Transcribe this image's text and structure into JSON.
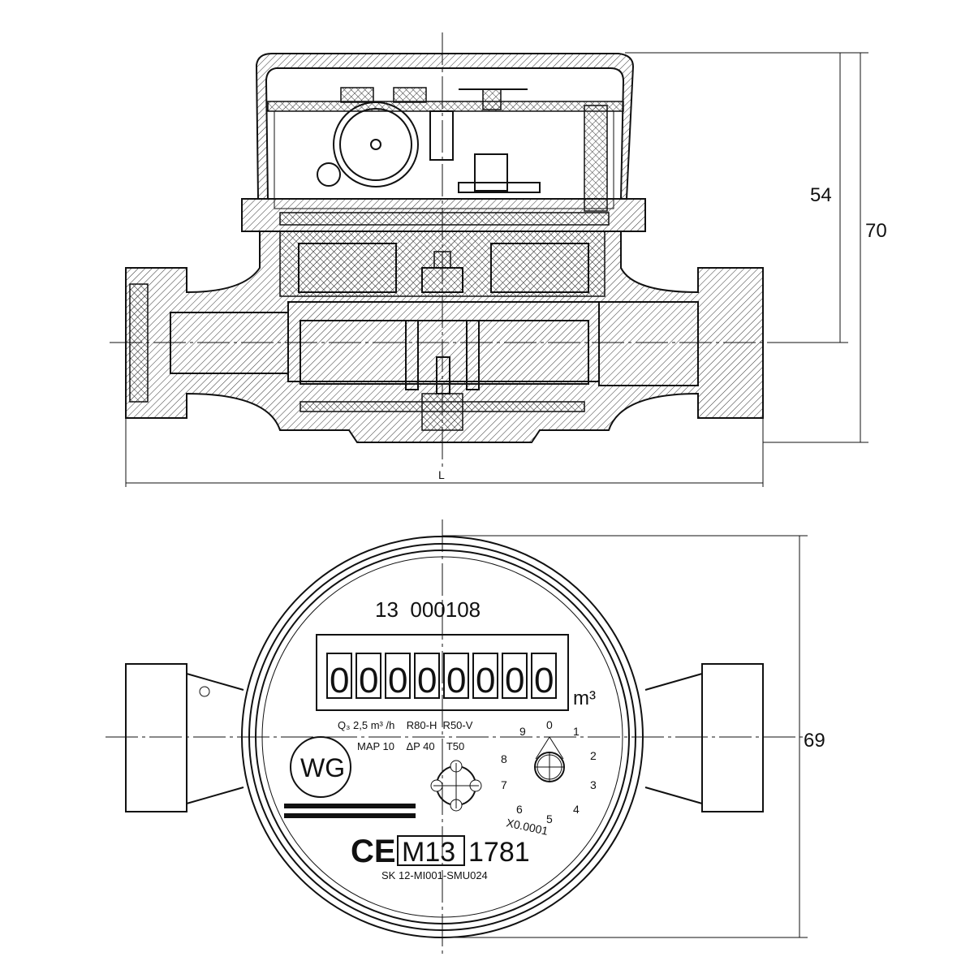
{
  "section_view": {
    "dimensions": {
      "height_to_axis": "54",
      "total_height": "70",
      "length": "L"
    }
  },
  "front_view": {
    "dimension_height": "69",
    "serial_number": "13  000108",
    "counter_digits": [
      "0",
      "0",
      "0",
      "0",
      "0",
      "0",
      "0",
      "0"
    ],
    "counter_unit": "m³",
    "spec_line_1": "Q₃ 2,5 m³ /h    R80-H  R50-V",
    "spec_line_2": "MAP 10    ΔP 40    T50",
    "brand_logo": "WG",
    "dial_numbers": [
      "0",
      "1",
      "2",
      "3",
      "4",
      "5",
      "6",
      "7",
      "8",
      "9"
    ],
    "dial_multiplier": "X0.0001",
    "ce_mark": "CE",
    "metrology_mark": "M13",
    "notified_body": "1781",
    "certificate": "SK 12-MI001-SMU024"
  }
}
